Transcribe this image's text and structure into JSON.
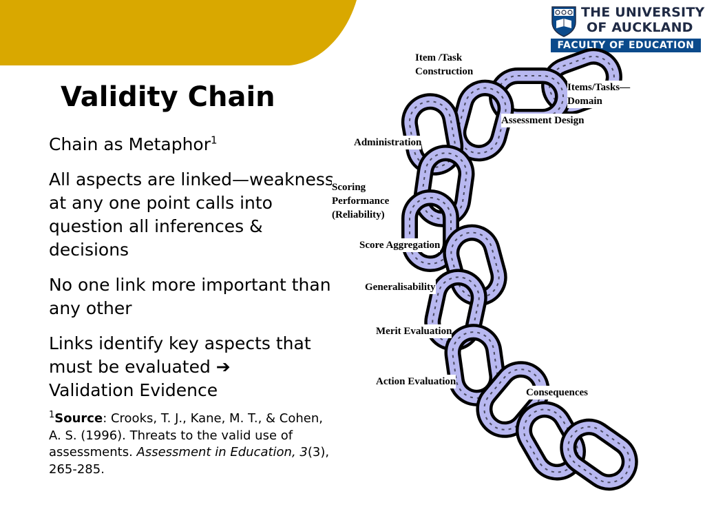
{
  "header": {
    "logo": {
      "line1": "THE UNIVERSITY",
      "line2": "OF AUCKLAND",
      "faculty": "FACULTY OF EDUCATION"
    },
    "accent_color": "#d9a800",
    "brand_color": "#0b4a8b"
  },
  "slide": {
    "title": "Validity Chain",
    "points": {
      "p1": "Chain as Metaphor",
      "p1_sup": "1",
      "p2": "All aspects are linked—weakness at any one point calls into question all inferences & decisions",
      "p3": "No one link more important than any other",
      "p4a": "Links identify key aspects that must be evaluated",
      "p4_arrow": "➔",
      "p4b": "Validation Evidence"
    },
    "source": {
      "sup": "1",
      "label": "Source",
      "text": ": Crooks, T. J., Kane, M. T., & Cohen, A. S. (1996). Threats to the valid use of assessments. ",
      "journal": "Assessment in Education, 3",
      "tail": "(3), 265-285."
    }
  },
  "chain": {
    "link_color": "#b8b8f0",
    "labels": {
      "item_task": "Item /Task\nConstruction",
      "items_domain": "Items/Tasks—\nDomain",
      "assessment_design": "Assessment Design",
      "administration": "Administration",
      "scoring": "Scoring\nPerformance\n(Reliability)",
      "score_aggregation": "Score Aggregation",
      "generalisability": "Generalisability",
      "merit_evaluation": "Merit Evaluation",
      "action_evaluation": "Action Evaluation",
      "consequences": "Consequences"
    }
  }
}
